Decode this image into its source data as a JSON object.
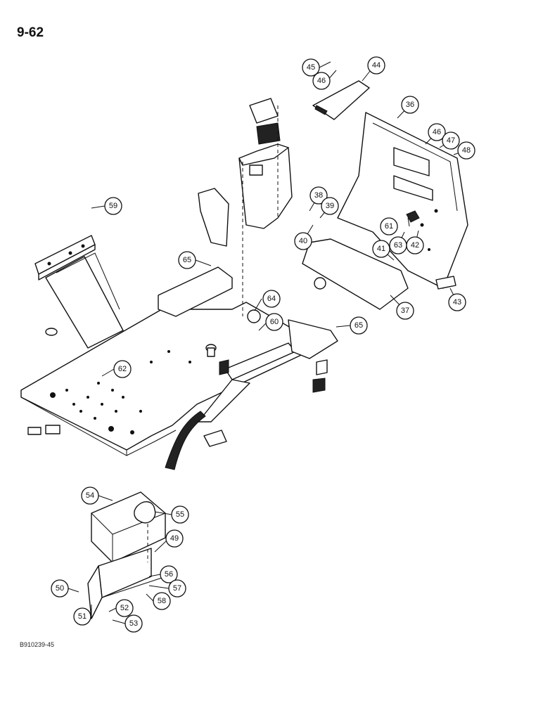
{
  "page_number": "9-62",
  "figure_code": "B910239-45",
  "callouts": [
    {
      "id": "c45",
      "label": "45"
    },
    {
      "id": "c46a",
      "label": "46"
    },
    {
      "id": "c44",
      "label": "44"
    },
    {
      "id": "c36",
      "label": "36"
    },
    {
      "id": "c46b",
      "label": "46"
    },
    {
      "id": "c47",
      "label": "47"
    },
    {
      "id": "c48",
      "label": "48"
    },
    {
      "id": "c38",
      "label": "38"
    },
    {
      "id": "c39",
      "label": "39"
    },
    {
      "id": "c40",
      "label": "40"
    },
    {
      "id": "c61",
      "label": "61"
    },
    {
      "id": "c63",
      "label": "63"
    },
    {
      "id": "c42",
      "label": "42"
    },
    {
      "id": "c41",
      "label": "41"
    },
    {
      "id": "c43",
      "label": "43"
    },
    {
      "id": "c37",
      "label": "37"
    },
    {
      "id": "c59",
      "label": "59"
    },
    {
      "id": "c65a",
      "label": "65"
    },
    {
      "id": "c64",
      "label": "64"
    },
    {
      "id": "c60",
      "label": "60"
    },
    {
      "id": "c65b",
      "label": "65"
    },
    {
      "id": "c62",
      "label": "62"
    },
    {
      "id": "c54",
      "label": "54"
    },
    {
      "id": "c55",
      "label": "55"
    },
    {
      "id": "c49",
      "label": "49"
    },
    {
      "id": "c56",
      "label": "56"
    },
    {
      "id": "c57",
      "label": "57"
    },
    {
      "id": "c58",
      "label": "58"
    },
    {
      "id": "c50",
      "label": "50"
    },
    {
      "id": "c52",
      "label": "52"
    },
    {
      "id": "c51",
      "label": "51"
    },
    {
      "id": "c53",
      "label": "53"
    }
  ]
}
